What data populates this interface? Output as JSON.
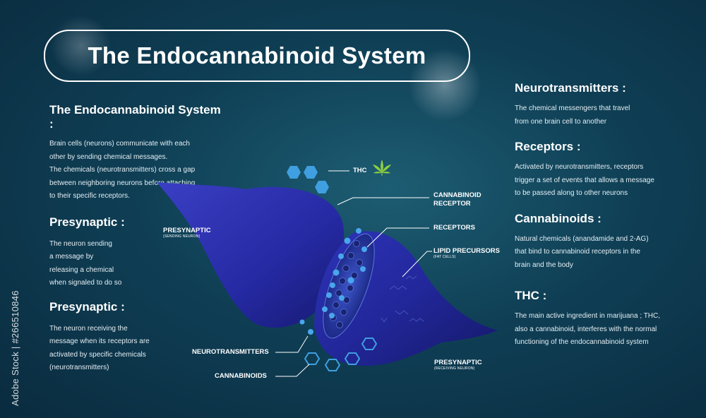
{
  "title": "The Endocannabinoid System",
  "left": {
    "sections": [
      {
        "heading": "The Endocannabinoid System :",
        "lines": [
          "Brain cells (neurons) communicate with each",
          "other by sending chemical messages.",
          "The chemicals (neurotransmitters) cross a gap",
          "between neighboring neurons before attaching",
          "to their specific receptors."
        ]
      },
      {
        "heading": "Presynaptic :",
        "lines": [
          "The neuron sending",
          "a message by",
          "releasing a chemical",
          "when signaled to do so"
        ]
      },
      {
        "heading": "Presynaptic :",
        "lines": [
          "The neuron  receiving the",
          "message when its receptors are",
          "activated by specific chemicals",
          "(neurotransmitters)"
        ]
      }
    ]
  },
  "right": {
    "sections": [
      {
        "heading": "Neurotransmitters :",
        "lines": [
          "The chemical messengers that travel",
          "from one brain cell to another"
        ]
      },
      {
        "heading": "Receptors :",
        "lines": [
          "Activated by neurotransmitters, receptors",
          "trigger a set of events that allows a message",
          "to be passed along to other neurons"
        ]
      },
      {
        "heading": "Cannabinoids :",
        "lines": [
          "Natural chemicals (anandamide and 2-AG)",
          "that bind to cannabinoid receptors in the",
          "brain and the body"
        ]
      },
      {
        "heading": "THC :",
        "lines": [
          "The main active ingredient in marijuana ; THC,",
          "also a cannabinoid, interferes with the normal",
          "functioning of the endocannabinoid system"
        ]
      }
    ]
  },
  "diagram": {
    "thc": "THC",
    "cannabinoid_receptor": [
      "CANNABINOID",
      "RECEPTOR"
    ],
    "receptors": "RECEPTORS",
    "lipid_precursors": "LIPID PRECURSORS",
    "lipid_sub": "(FAT CELLS)",
    "presynaptic_top": "PRESYNAPTIC",
    "presynaptic_top_sub": "(SENDING NEURON)",
    "neurotransmitters": "NEUROTRANSMITTERS",
    "cannabinoids": "CANNABINOIDS",
    "presynaptic_bottom": "PRESYNAPTIC",
    "presynaptic_bottom_sub": "(RECEIVING NEURON)"
  },
  "watermark": "Adobe Stock | #266510846",
  "colors": {
    "background": "#0f3f55",
    "neuron": "#2a2fb0",
    "accent": "#3f9fe0"
  }
}
